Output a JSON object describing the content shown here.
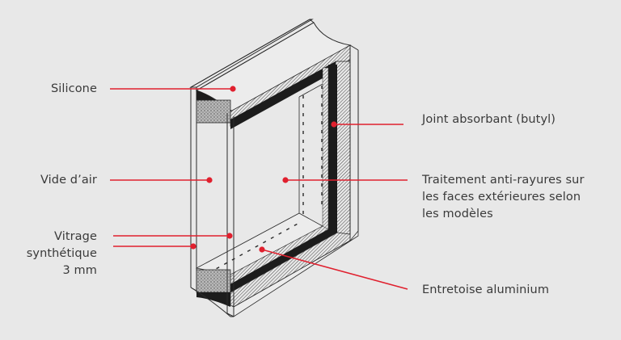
{
  "colors": {
    "background": "#e8e8e8",
    "leader": "#e0202e",
    "ink": "#2a2a2a",
    "text": "#3a3a3a"
  },
  "labels": {
    "silicone": "Silicone",
    "vide_air": "Vide d’air",
    "vitrage": {
      "line1": "Vitrage",
      "line2": "synthétique",
      "line3": "3 mm"
    },
    "joint": "Joint absorbant (butyl)",
    "traitement": {
      "line1": "Traitement anti-rayures sur",
      "line2": "les faces extérieures selon",
      "line3": "les modèles"
    },
    "entretoise": "Entretoise aluminium"
  }
}
